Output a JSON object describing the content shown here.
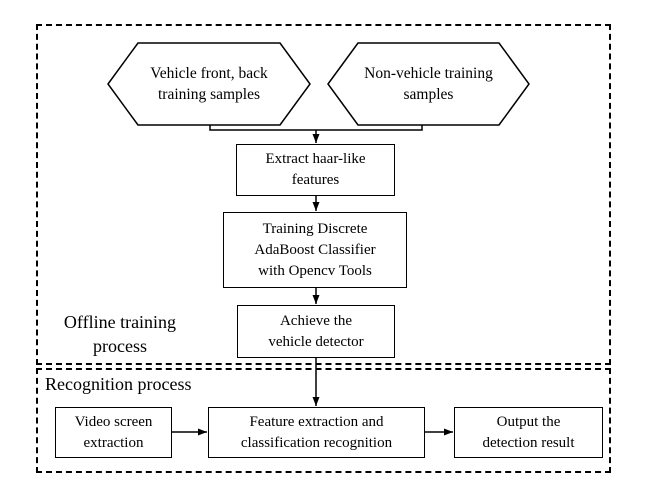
{
  "regions": {
    "offline_label": "Offline training\nprocess",
    "recognition_label": "Recognition process"
  },
  "nodes": {
    "vehicle_samples": "Vehicle front, back\ntraining samples",
    "nonvehicle_samples": "Non-vehicle training\nsamples",
    "extract_features": "Extract haar-like\nfeatures",
    "training": "Training Discrete\nAdaBoost Classifier\nwith Opencv Tools",
    "achieve_detector": "Achieve the\nvehicle detector",
    "video_extraction": "Video screen\nextraction",
    "feature_classification": "Feature extraction and\nclassification recognition",
    "output_result": "Output the\ndetection result"
  }
}
